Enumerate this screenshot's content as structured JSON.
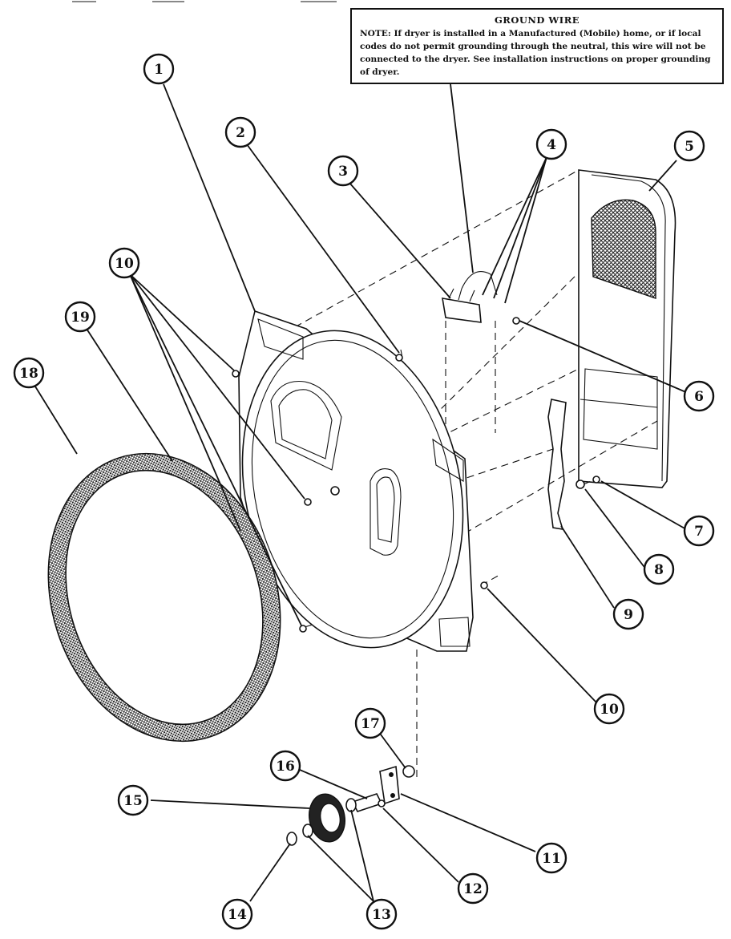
{
  "note": {
    "title": "GROUND WIRE",
    "text": "NOTE: If dryer is installed in a Manufactured (Mobile) home, or if local codes do not permit grounding through the neutral, this wire will not be connected to the dryer. See installation instructions on proper grounding of dryer."
  },
  "callouts": {
    "c1": "1",
    "c2": "2",
    "c3": "3",
    "c4": "4",
    "c5": "5",
    "c6": "6",
    "c7": "7",
    "c8": "8",
    "c9": "9",
    "c10a": "10",
    "c10b": "10",
    "c11": "11",
    "c12": "12",
    "c13": "13",
    "c14": "14",
    "c15": "15",
    "c16": "16",
    "c17": "17",
    "c18": "18",
    "c19": "19"
  }
}
